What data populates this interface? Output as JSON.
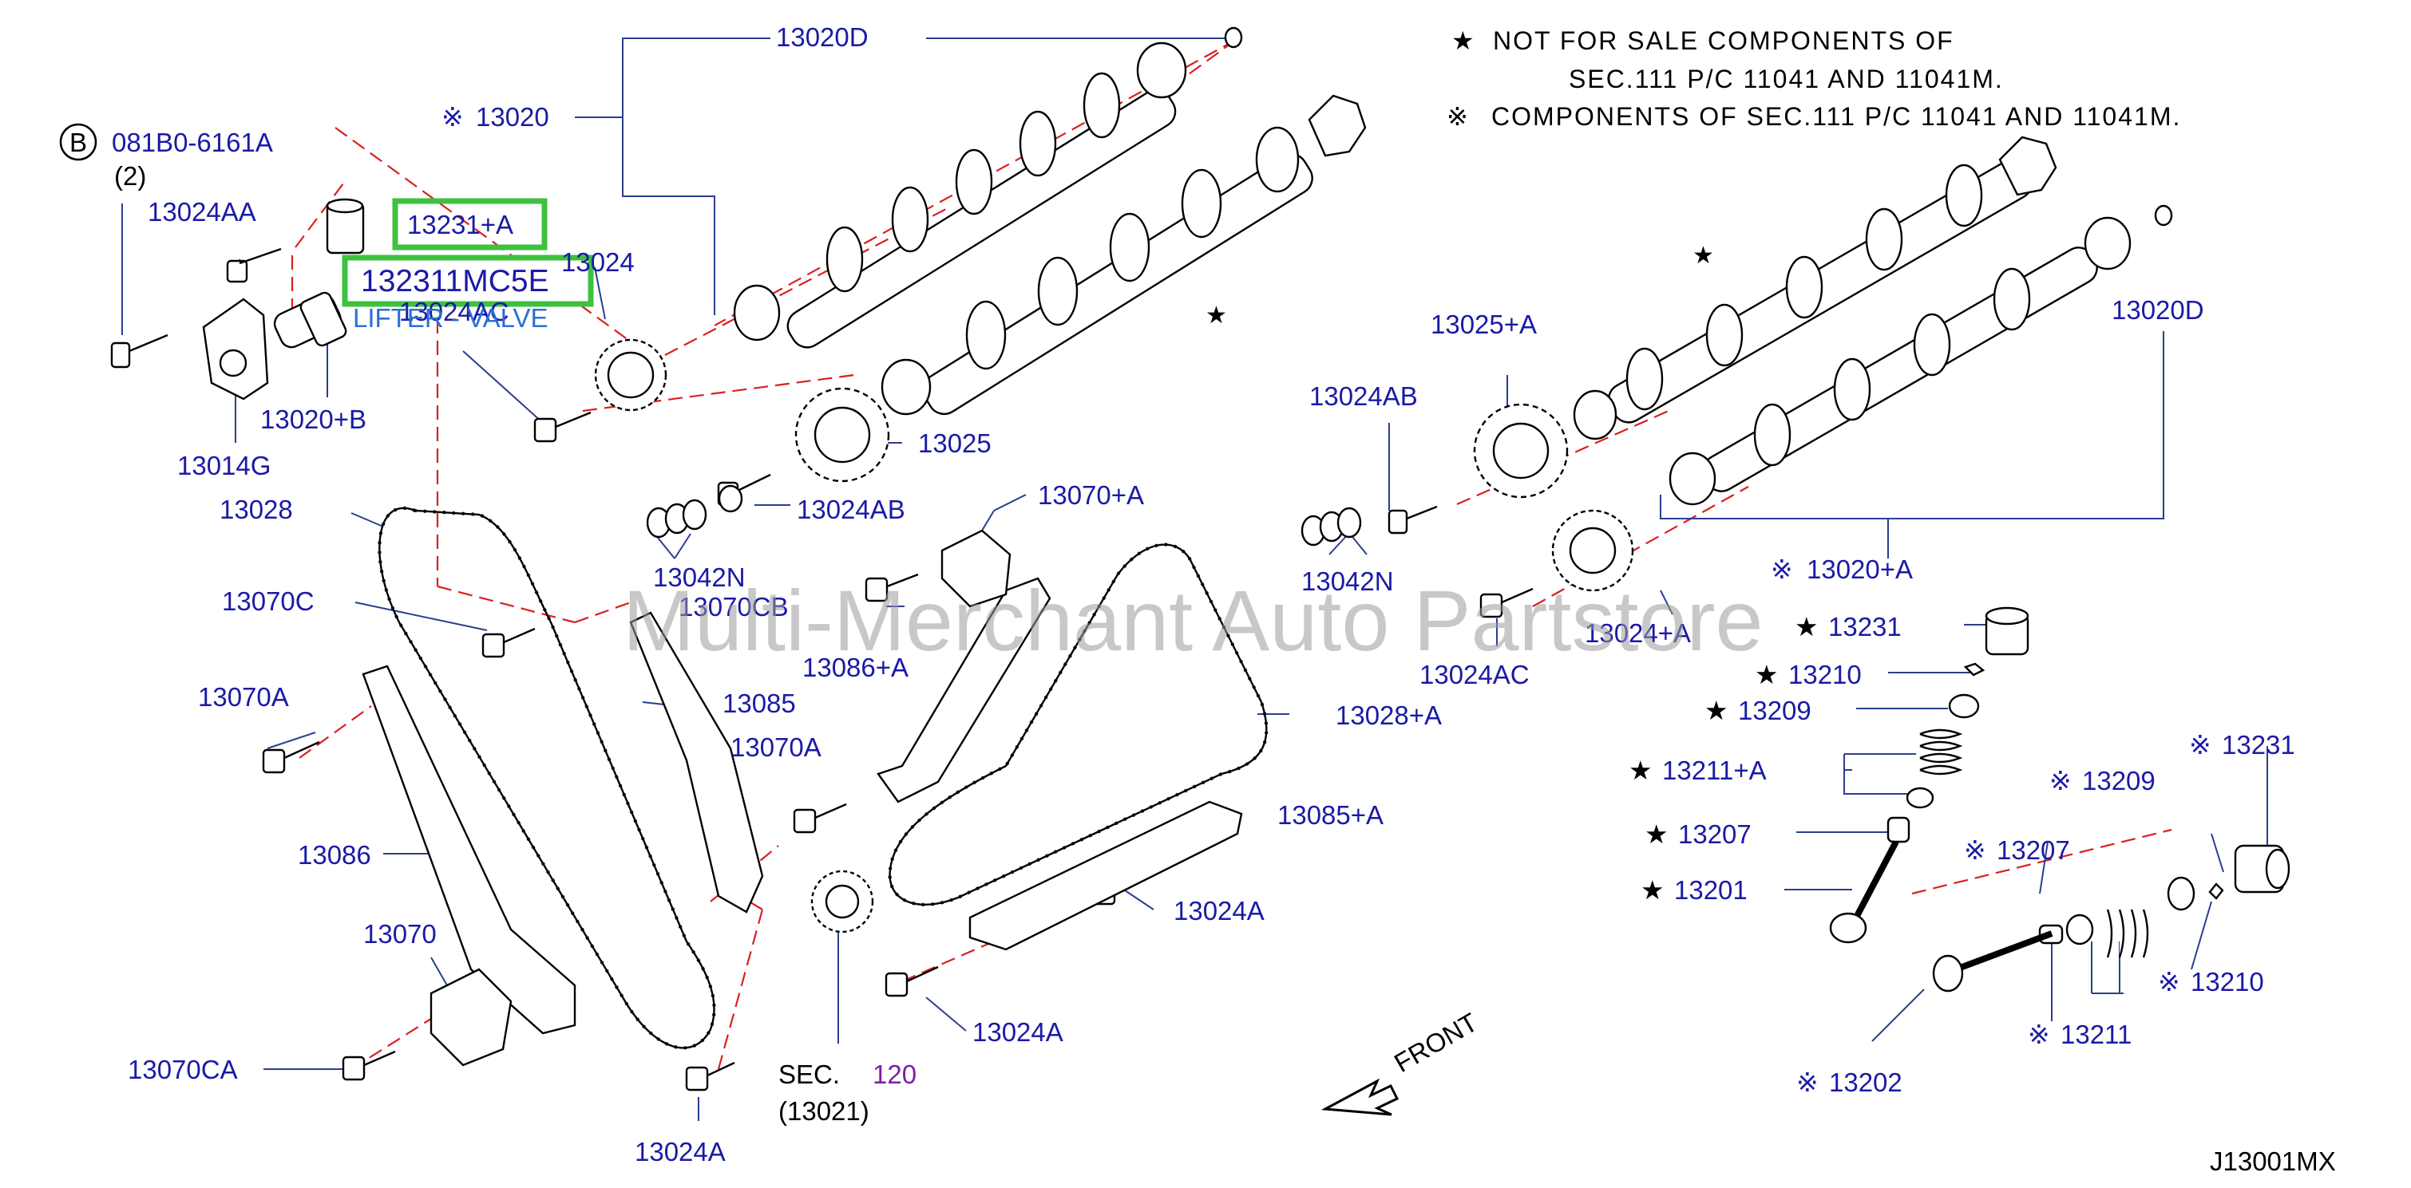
{
  "notes": {
    "star_line_1": "NOT FOR SALE COMPONENTS OF",
    "star_line_2": "SEC.111 P/C 11041 AND 11041M.",
    "ref_line": "COMPONENTS OF SEC.111 P/C 11041 AND 11041M.",
    "star_symbol": "★",
    "ref_symbol": "※"
  },
  "bolt_ref": {
    "circle_letter": "B",
    "part": "081B0-6161A",
    "qty": "(2)"
  },
  "highlights": {
    "first": "13231+A",
    "second": "132311MC5E",
    "caption": "LIFTER - VALVE",
    "color": "#3ec13e"
  },
  "labels": {
    "l13020D_top": "13020D",
    "l13020": "13020",
    "l13024AA": "13024AA",
    "l13024": "13024",
    "l13024AC_left": "13024AC",
    "l13020B": "13020+B",
    "l13014G": "13014G",
    "l13028": "13028",
    "l13025": "13025",
    "l13024AB_left": "13024AB",
    "l13042N_left": "13042N",
    "l13070CB": "13070CB",
    "l13070C": "13070C",
    "l13070A_left": "13070A",
    "l13085": "13085",
    "l13070A_mid": "13070A",
    "l13086": "13086",
    "l13070": "13070",
    "l13070CA": "13070CA",
    "l13024A_bottom": "13024A",
    "l13070A_plus": "13070+A",
    "l13086A": "13086+A",
    "l13028A": "13028+A",
    "l13085A": "13085+A",
    "l13024A_mid": "13024A",
    "l13024A_low": "13024A",
    "l13024AB_right": "13024AB",
    "l13025A": "13025+A",
    "l13042N_right": "13042N",
    "l13024AC_right": "13024AC",
    "l13024A_plus": "13024+A",
    "l13020D_right": "13020D",
    "l13020A": "13020+A",
    "l13231_star": "13231",
    "l13210_star": "13210",
    "l13209_star": "13209",
    "l13211A": "13211+A",
    "l13207_star": "13207",
    "l13201": "13201",
    "l13231_ref": "13231",
    "l13209_ref": "13209",
    "l13207_ref": "13207",
    "l13210_ref": "13210",
    "l13211_ref": "13211",
    "l13202": "13202"
  },
  "sec": {
    "prefix": "SEC.",
    "num": "120",
    "sub": "(13021)",
    "num_color": "#7a1fa6"
  },
  "front": "FRONT",
  "diagram_id": "J13001MX",
  "watermark": "Multi-Merchant Auto Partstore",
  "colors": {
    "label": "#1a1aa6",
    "centerline": "#d92020",
    "leader": "#2a3f8f"
  }
}
